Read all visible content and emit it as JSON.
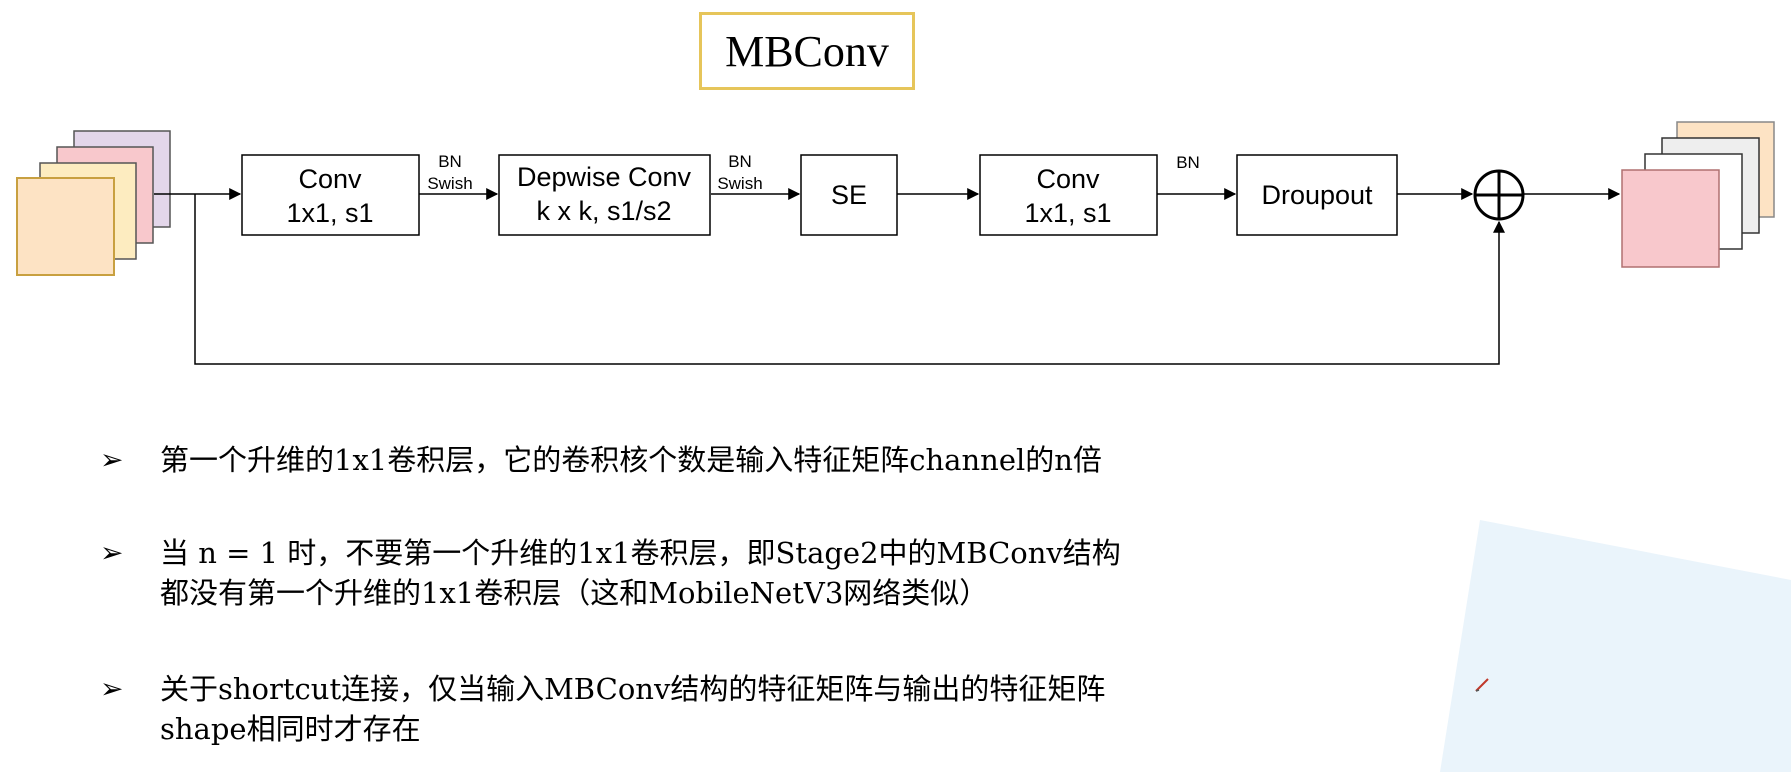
{
  "title": "MBConv",
  "diagram": {
    "blocks": [
      {
        "id": "conv1",
        "line1": "Conv",
        "line2": "1x1, s1"
      },
      {
        "id": "dwconv",
        "line1": "Depwise Conv",
        "line2": "k x k, s1/s2"
      },
      {
        "id": "se",
        "line1": "SE",
        "line2": ""
      },
      {
        "id": "conv2",
        "line1": "Conv",
        "line2": "1x1, s1"
      },
      {
        "id": "dropout",
        "line1": "Droupout",
        "line2": ""
      }
    ],
    "arrow_labels": [
      {
        "line1": "BN",
        "line2": "Swish"
      },
      {
        "line1": "BN",
        "line2": "Swish"
      },
      {
        "line1": "BN",
        "line2": ""
      }
    ],
    "add_symbol": "+",
    "input_stack_colors": [
      "#e3d6ea",
      "#f8c8cc",
      "#fdecc0",
      "#fde3c4"
    ],
    "output_stack_colors": [
      "#fde3c4",
      "#eeeeee",
      "#ffffff",
      "#f8c8cc"
    ],
    "accent_color": "#e6c55a"
  },
  "bullets": [
    {
      "lines": [
        "第一个升维的1x1卷积层，它的卷积核个数是输入特征矩阵channel的n倍"
      ]
    },
    {
      "lines": [
        "当 n = 1 时，不要第一个升维的1x1卷积层，即Stage2中的MBConv结构",
        "都没有第一个升维的1x1卷积层（这和MobileNetV3网络类似）"
      ]
    },
    {
      "lines": [
        "关于shortcut连接，仅当输入MBConv结构的特征矩阵与输出的特征矩阵",
        "shape相同时才存在"
      ]
    }
  ],
  "bullet_marker": "➢",
  "icons": {
    "pen": "pen-icon"
  }
}
